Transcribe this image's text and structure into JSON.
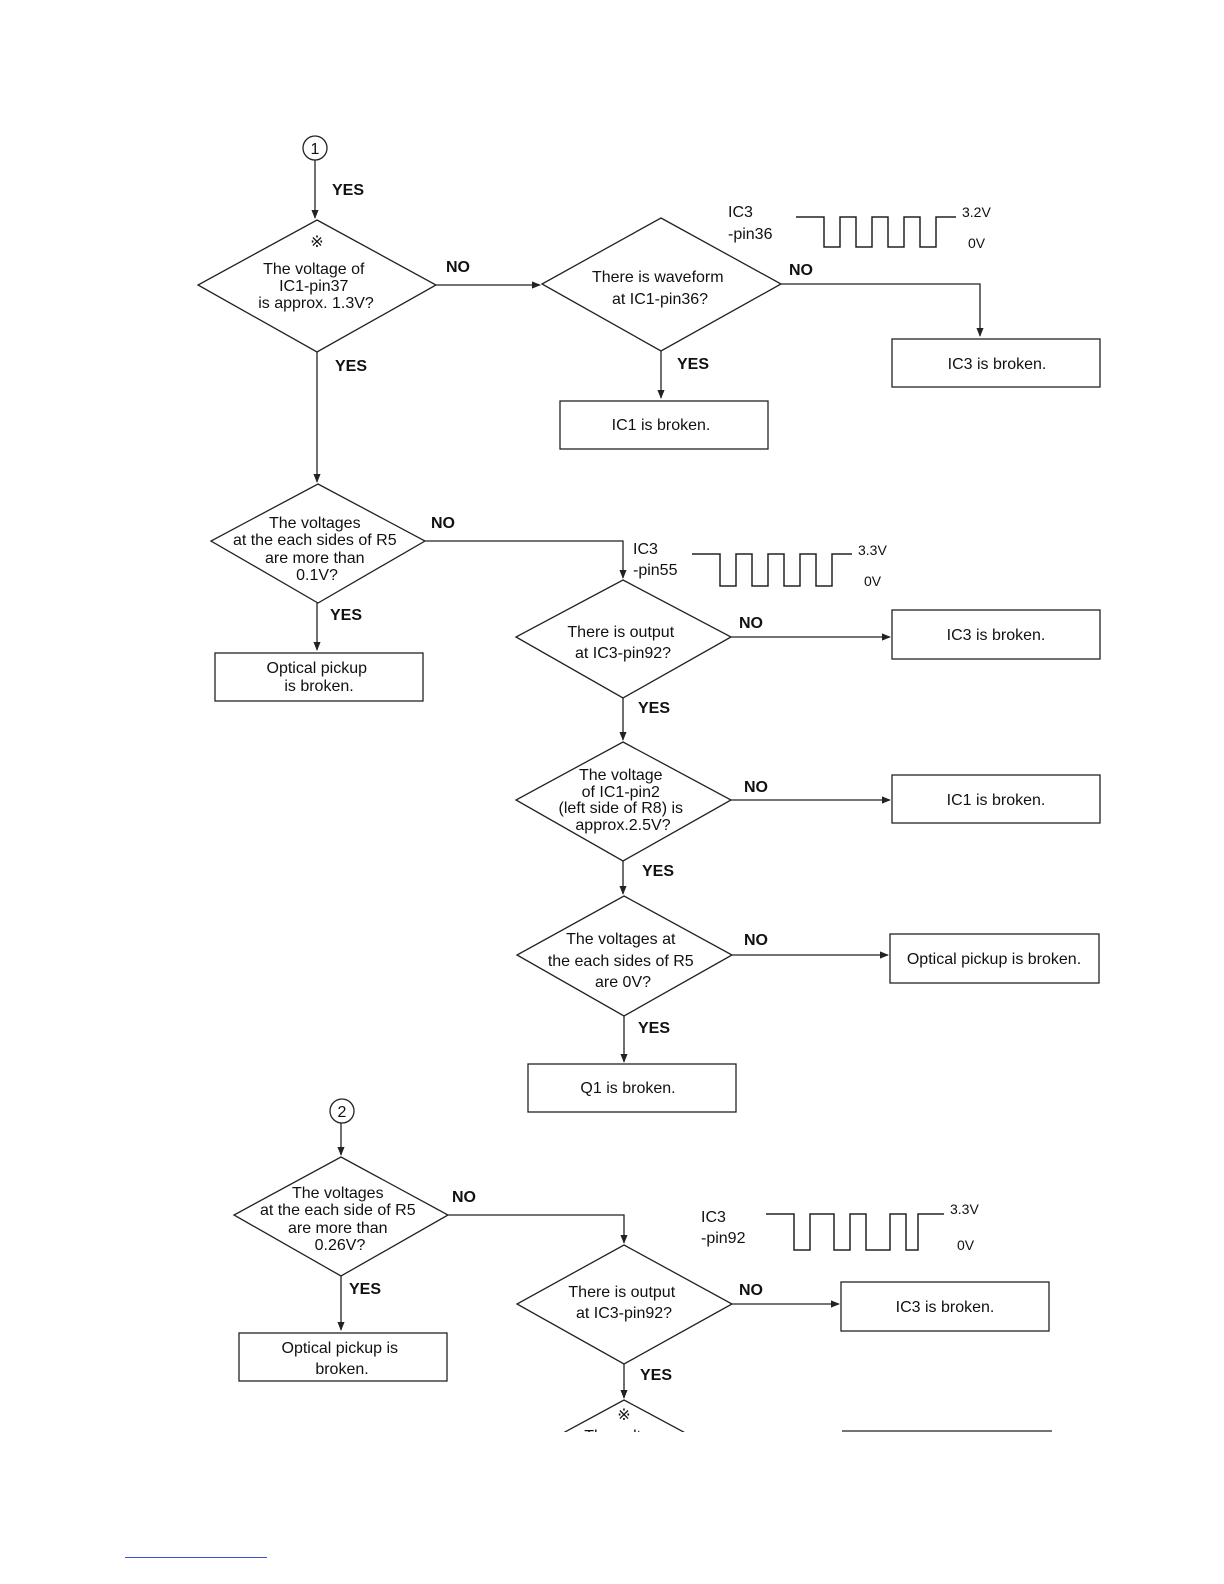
{
  "connectors": {
    "c1": "1",
    "c2": "2"
  },
  "labels": {
    "yes": "YES",
    "no": "NO",
    "ref_mark": "※"
  },
  "decisions": {
    "d1": [
      "The voltage of",
      "IC1-pin37",
      "is approx. 1.3V?"
    ],
    "d2": [
      "There is waveform",
      "at IC1-pin36?"
    ],
    "d3": [
      "The voltages",
      "at the each sides of  R5",
      "are more than",
      "0.1V?"
    ],
    "d4": [
      "There is output",
      "at IC3-pin92?"
    ],
    "d5": [
      "The voltage",
      "of IC1-pin2",
      "(left side of R8) is",
      "approx.2.5V?"
    ],
    "d6": [
      "The voltages at",
      "the each sides of R5",
      "are 0V?"
    ],
    "d7": [
      "The voltages",
      "at the each side of R5",
      "are more than",
      "0.26V?"
    ],
    "d8": [
      "There is output",
      "at IC3-pin92?"
    ],
    "d9": [
      "The voltage"
    ]
  },
  "results": {
    "r1": [
      "IC3 is broken."
    ],
    "r2": [
      "IC1  is broken."
    ],
    "r3": [
      "Optical pickup",
      "is broken."
    ],
    "r4": [
      "IC3 is broken."
    ],
    "r5": [
      "IC1 is broken."
    ],
    "r6": [
      "Optical pickup is broken."
    ],
    "r7": [
      "Q1 is broken."
    ],
    "r8": [
      "Optical pickup is",
      "broken."
    ],
    "r9": [
      "IC3 is broken."
    ]
  },
  "waveforms": {
    "w1": {
      "name": "IC3",
      "pin": "-pin36",
      "high": "3.2V",
      "low": "0V"
    },
    "w2": {
      "name": "IC3",
      "pin": "-pin55",
      "high": "3.3V",
      "low": "0V"
    },
    "w3": {
      "name": "IC3",
      "pin": "-pin92",
      "high": "3.3V",
      "low": "0V"
    }
  }
}
